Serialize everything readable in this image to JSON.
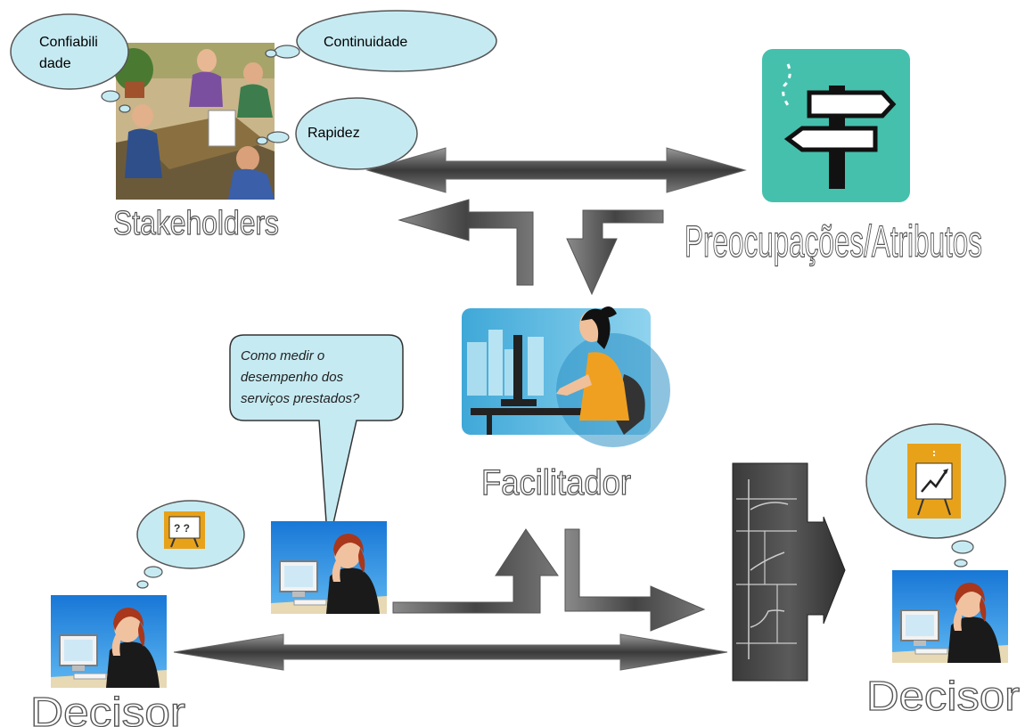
{
  "labels": {
    "stakeholders": "Stakeholders",
    "preocupacoes": "Preocupações/Atributos",
    "facilitador": "Facilitador",
    "decisor_left": "Decisor",
    "decisor_right": "Decisor"
  },
  "thought_bubbles": {
    "confiabilidade_line1": "Confiabili",
    "confiabilidade_line2": "dade",
    "continuidade": "Continuidade",
    "rapidez": "Rapidez",
    "question_marks": "? ?"
  },
  "speech_bubble": {
    "line1": "Como medir o",
    "line2": "desempenho dos",
    "line3": "serviços prestados?"
  },
  "icons": {
    "stakeholders": "meeting-clipart-icon",
    "signpost": "signpost-icon",
    "facilitator": "woman-at-computer-icon",
    "decision_maker": "worried-person-at-computer-icon",
    "model": "evaluation-model-icon",
    "presentation": "presentation-board-icon"
  },
  "colors": {
    "sky_blue": "#2b8fe0",
    "signpost_bg": "#45c0ad",
    "facilitator_bg": "#6cc4e4",
    "bubble_fill": "#c6eaf2",
    "board_orange": "#e8a21a",
    "arrow_dark": "#4a4a4a"
  }
}
